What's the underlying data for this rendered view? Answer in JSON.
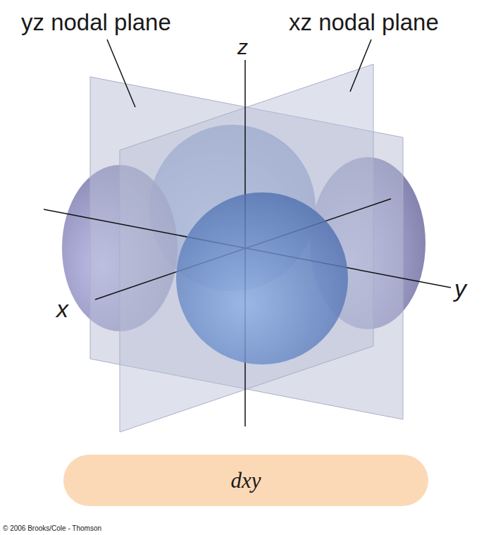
{
  "diagram": {
    "nodes": [
      {
        "text": [
          "dxy"
        ]
      }
    ],
    "labels": [
      "yz nodal plane",
      "xz nodal plane",
      "z",
      "x",
      "y",
      "© 2006 Brooks/Cole - Thomson"
    ]
  }
}
